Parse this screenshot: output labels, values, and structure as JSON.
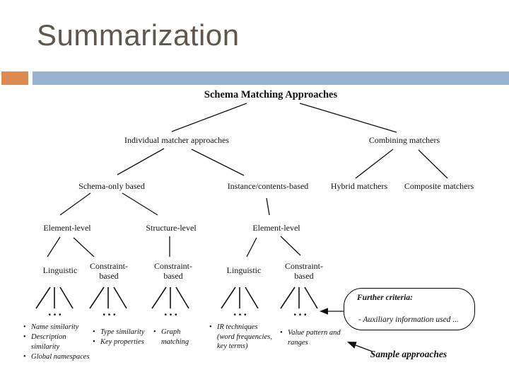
{
  "slide": {
    "title": "Summarization",
    "accent_orange": "#dd8a50",
    "accent_blue": "#98b3d1",
    "title_color": "#5f574d",
    "line_color": "#111111"
  },
  "diagram": {
    "root": "Schema Matching Approaches",
    "nodes": {
      "individual": "Individual matcher approaches",
      "combining": "Combining matchers",
      "schema_only": "Schema-only based",
      "instance": "Instance/contents-based",
      "hybrid": "Hybrid matchers",
      "composite": "Composite matchers",
      "element_level_schema": "Element-level",
      "structure_level": "Structure-level",
      "element_level_instance": "Element-level",
      "linguistic_schema": "Linguistic",
      "constraint_element_schema": "Constraint-based",
      "constraint_structure": "Constraint-based",
      "linguistic_instance": "Linguistic",
      "constraint_instance": "Constraint-based"
    },
    "ellipsis": "...",
    "bullet_lists": [
      {
        "items": [
          "Name similarity",
          "Description similarity",
          "Global namespaces"
        ]
      },
      {
        "items": [
          "Type similarity",
          "Key properties"
        ]
      },
      {
        "items": [
          "Graph matching"
        ]
      },
      {
        "items": [
          "IR techniques (word frequencies, key terms)"
        ]
      },
      {
        "items": [
          "Value pattern and ranges"
        ]
      }
    ],
    "callouts": {
      "further_criteria_title": "Further criteria:",
      "further_criteria_item": "- Auxiliary information used  ...",
      "sample_approaches": "Sample approaches"
    }
  }
}
